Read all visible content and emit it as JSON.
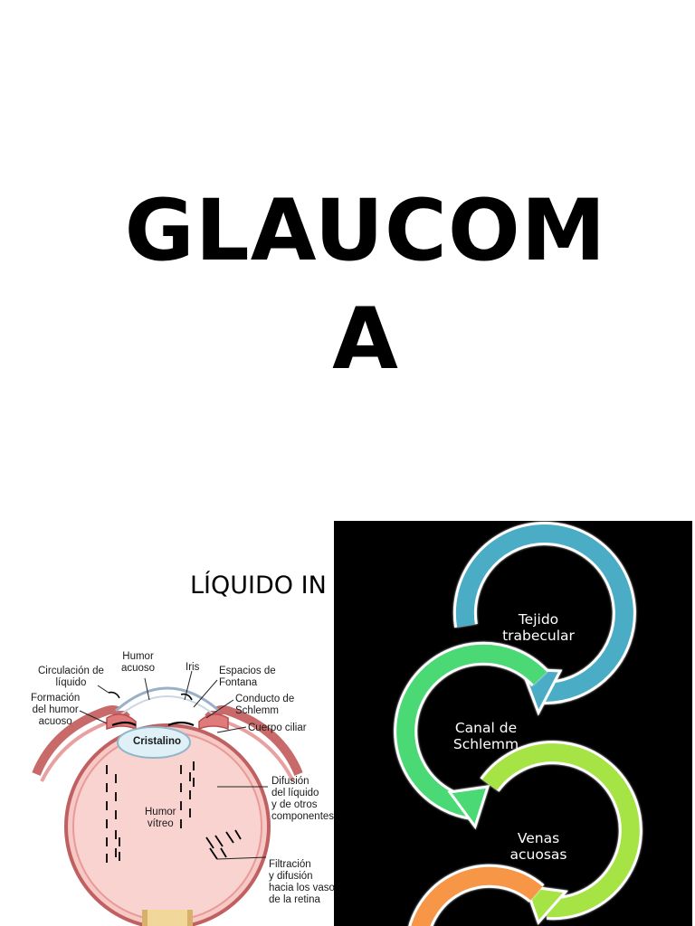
{
  "slide": {
    "title_line1": "GLAUCOM",
    "title_line2": "A",
    "subtitle": "LÍQUIDO IN"
  },
  "eye_diagram": {
    "labels": {
      "circulacion": "Circulación de\nlíquido",
      "formacion": "Formación\ndel humor\nacuoso",
      "humor_acuoso": "Humor\nacuoso",
      "iris": "Iris",
      "espacios": "Espacios de\nFontana",
      "conducto": "Conducto de\nSchlemm",
      "cuerpo_ciliar": "Cuerpo ciliar",
      "cristalino": "Cristalino",
      "humor_vitreo": "Humor\nvítreo",
      "difusion": "Difusión\ndel líquido\ny de otros\ncomponentes",
      "filtracion": "Filtración\ny difusión\nhacia los vasos\nde la retina"
    }
  },
  "process": {
    "steps": [
      {
        "label": "Tejido\ntrabecular",
        "color": "#4bacc6"
      },
      {
        "label": "Canal de\nSchlemm",
        "color": "#4cd975"
      },
      {
        "label": "Venas\nacuosas",
        "color": "#a6e345"
      },
      {
        "label": "",
        "color": "#f79646"
      }
    ],
    "background": "#000000"
  }
}
